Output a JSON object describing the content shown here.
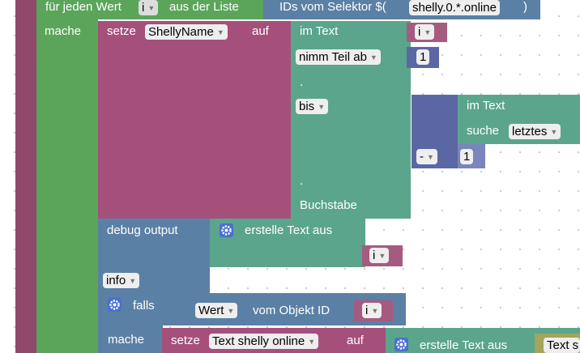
{
  "loop": {
    "prefix": "für jeden Wert",
    "var": "i",
    "suffix": "aus der Liste",
    "body_label": "mache"
  },
  "selector": {
    "label": "IDs vom Selektor $(",
    "value": "shelly.0.*.online",
    "close": ")"
  },
  "set1": {
    "label": "setze",
    "var": "ShellyName",
    "to": "auf"
  },
  "substring": {
    "in_text": "im Text",
    "var": "i",
    "take": "nimm Teil ab",
    "start": "1",
    "dot1": ".",
    "until": "bis",
    "dot2": ".",
    "unit": "Buchstabe"
  },
  "search": {
    "in_text": "im Text",
    "find": "suche",
    "mode": "letztes"
  },
  "math": {
    "op": "-",
    "value": "1"
  },
  "debug": {
    "label": "debug output",
    "create_text": "erstelle Text aus",
    "var": "i",
    "level": "info"
  },
  "if_block": {
    "label": "falls",
    "value": "Wert",
    "from_object": "vom Objekt ID",
    "var": "i",
    "do": "mache"
  },
  "set2": {
    "label": "setze",
    "var": "Text shelly online",
    "to": "auf",
    "create_text": "erstelle Text aus",
    "text_prefix": "Text s"
  },
  "colors": {
    "loop": "#5ba55b",
    "set": "#a5507b",
    "text": "#5ba58c",
    "blue": "#5b80a5",
    "math": "#5b67a5"
  },
  "icons": [
    "gear-icon",
    "chevron-down-icon"
  ]
}
